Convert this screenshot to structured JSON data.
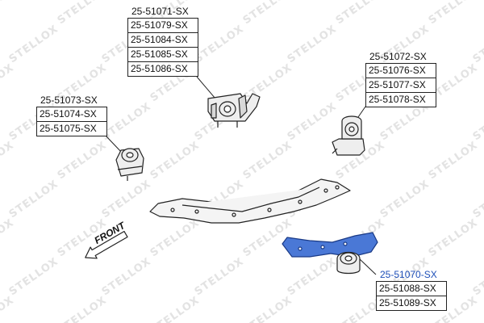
{
  "watermark": {
    "text": "STELLOX",
    "repeat": true
  },
  "colors": {
    "highlight": "#1e4fb8",
    "highlight_fill": "#4a78d6",
    "part_fill": "#eeeeee",
    "outline": "#222222",
    "watermark": "#e3e3e3"
  },
  "groups": [
    {
      "id": "top",
      "head": "25-51071-SX",
      "codes": [
        "25-51079-SX",
        "25-51084-SX",
        "25-51085-SX",
        "25-51086-SX"
      ]
    },
    {
      "id": "left",
      "head": "25-51073-SX",
      "codes": [
        "25-51074-SX",
        "25-51075-SX"
      ]
    },
    {
      "id": "right",
      "head": "25-51072-SX",
      "codes": [
        "25-51076-SX",
        "25-51077-SX",
        "25-51078-SX"
      ]
    },
    {
      "id": "rear",
      "head": "25-51070-SX",
      "codes": [
        "25-51088-SX",
        "25-51089-SX"
      ],
      "highlighted": true
    }
  ],
  "front_label": "FRONT",
  "parts": [
    {
      "id": "top-mount",
      "icon": "engine-mount-bracket"
    },
    {
      "id": "left-mount",
      "icon": "rubber-bushing-mount"
    },
    {
      "id": "right-mount",
      "icon": "cylindrical-mount"
    },
    {
      "id": "crossmember",
      "icon": "subframe-crossmember"
    },
    {
      "id": "rear-mount",
      "icon": "rear-transmission-mount"
    }
  ]
}
